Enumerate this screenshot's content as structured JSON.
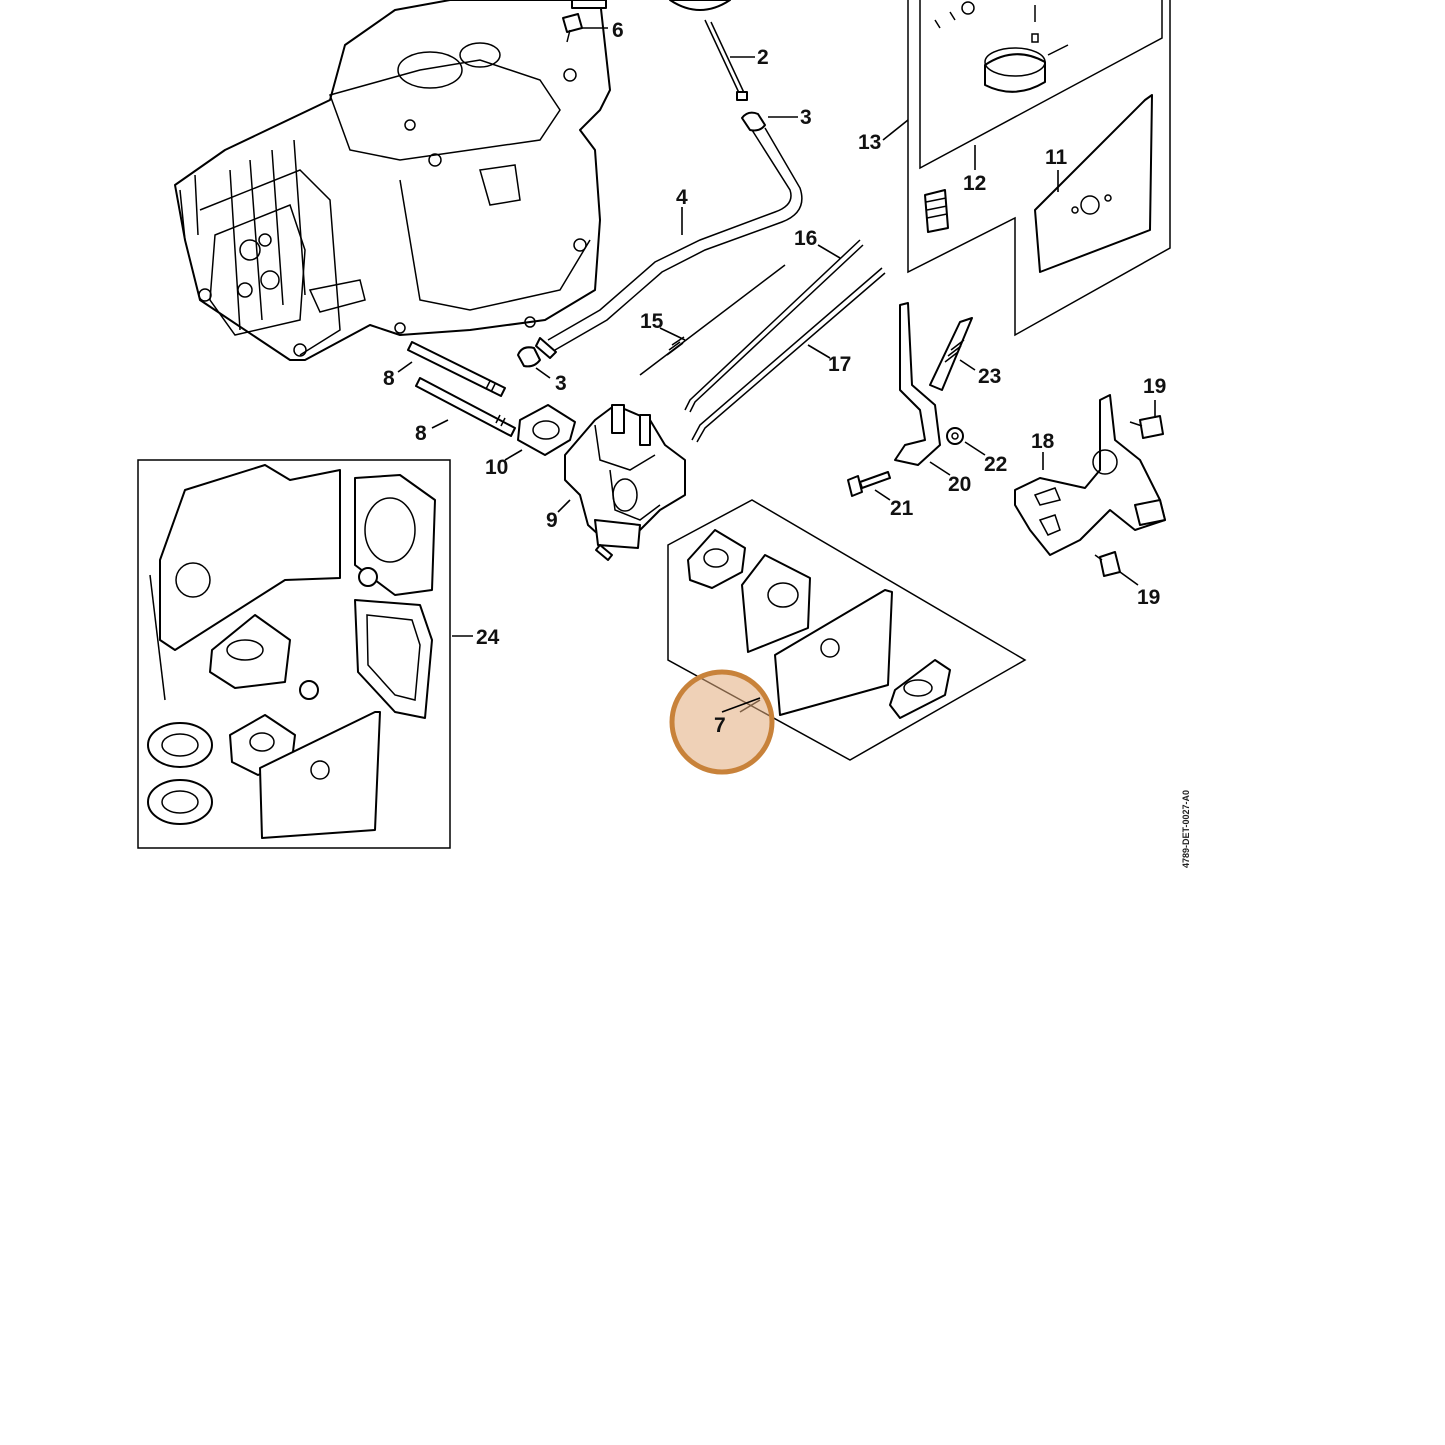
{
  "diagram": {
    "callouts": [
      "2",
      "3",
      "3",
      "4",
      "6",
      "7",
      "8",
      "8",
      "9",
      "10",
      "11",
      "12",
      "13",
      "15",
      "16",
      "17",
      "18",
      "19",
      "19",
      "20",
      "21",
      "22",
      "23",
      "24"
    ],
    "selected_part": "7",
    "highlight_color": "#c8823a",
    "highlight_fill": "#e2ac7c",
    "document_id": "4789-DET-0027-A0"
  }
}
